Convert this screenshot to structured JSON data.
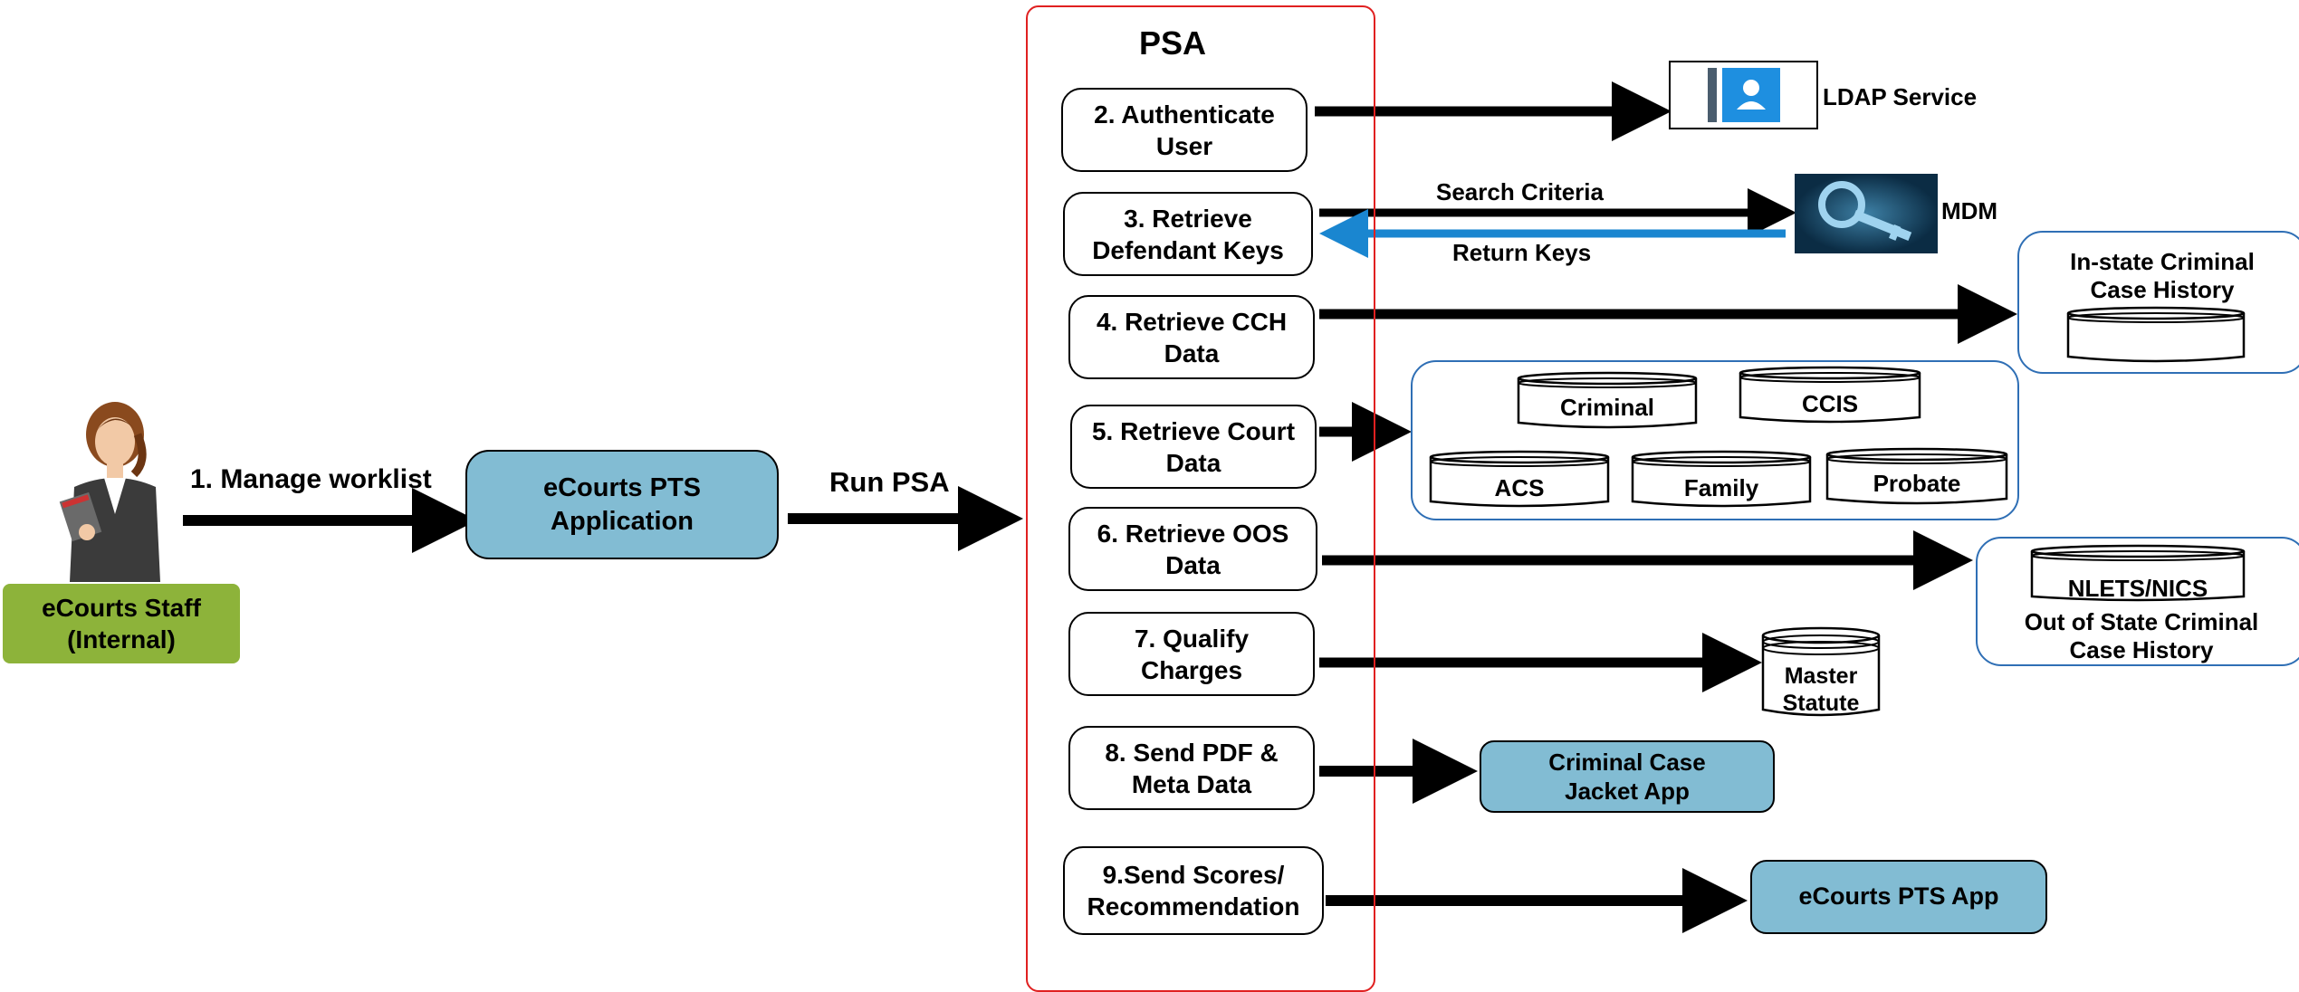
{
  "psa_title": "PSA",
  "staff": {
    "label": "eCourts Staff\n(Internal)"
  },
  "app": {
    "label": "eCourts PTS\nApplication"
  },
  "flows": {
    "manage_worklist": "1. Manage worklist",
    "run_psa": "Run PSA",
    "search_criteria": "Search Criteria",
    "return_keys": "Return Keys"
  },
  "steps": [
    "2. Authenticate\nUser",
    "3. Retrieve\nDefendant Keys",
    "4. Retrieve CCH\nData",
    "5. Retrieve Court\nData",
    "6. Retrieve OOS\nData",
    "7. Qualify\nCharges",
    "8. Send PDF &\nMeta Data",
    "9.Send Scores/\nRecommendation"
  ],
  "targets": {
    "ldap": "LDAP Service",
    "mdm": "MDM",
    "instate_cch": "In-state Criminal\nCase History",
    "court_dbs": [
      "Criminal",
      "CCIS",
      "ACS",
      "Family",
      "Probate"
    ],
    "nlets": "NLETS/NICS",
    "oos_cch": "Out of State Criminal\nCase History",
    "master_statute": "Master\nStatute",
    "case_jacket": "Criminal Case\nJacket App",
    "pts_app": "eCourts PTS App"
  },
  "colors": {
    "staff_green": "#8db33a",
    "app_blue": "#82bcd3",
    "psa_border": "#e02020",
    "group_border": "#2f6fb5",
    "return_arrow": "#1a86d0"
  },
  "icons": [
    "person-figure-icon",
    "user-card-icon",
    "key-icon",
    "database-cylinder-icon"
  ]
}
